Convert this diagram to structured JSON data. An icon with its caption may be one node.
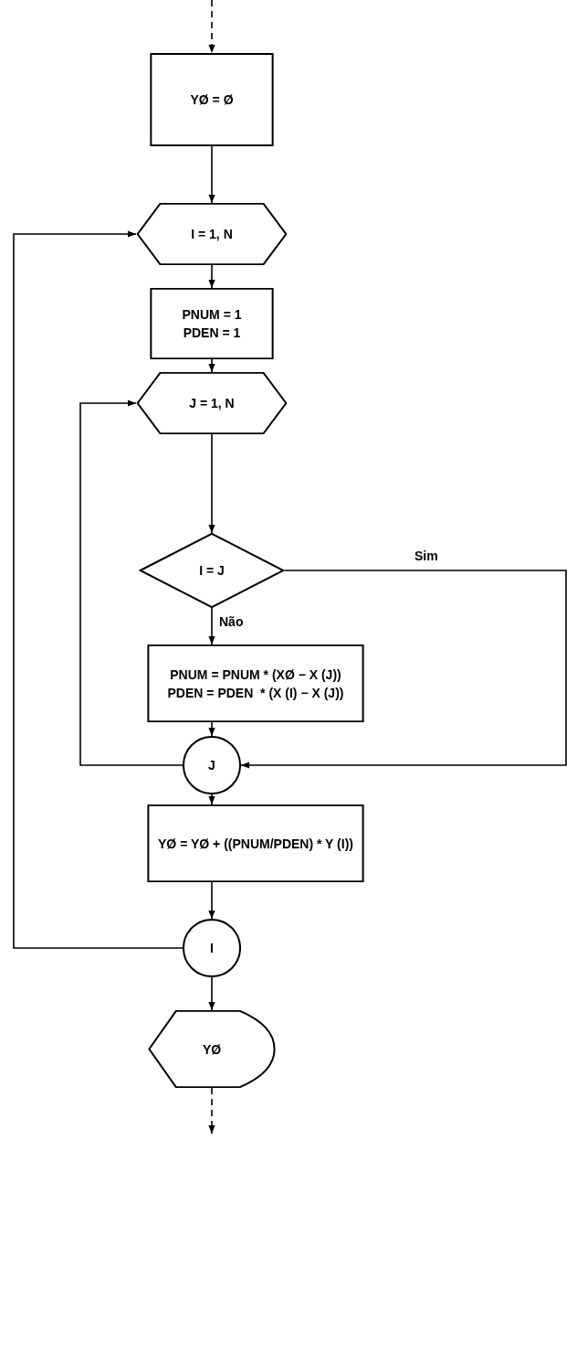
{
  "diagram": {
    "nodes": [
      {
        "text": [
          "YØ = Ø"
        ]
      },
      {
        "text": [
          "I = 1, N"
        ]
      },
      {
        "text": [
          "PNUM = 1",
          "PDEN = 1"
        ]
      },
      {
        "text": [
          "J = 1, N"
        ]
      },
      {
        "text": [
          "I = J"
        ]
      },
      {
        "text": [
          "PNUM = PNUM * (XØ − X (J))",
          "PDEN = PDEN  * (X (I) − X (J))"
        ]
      },
      {
        "text": [
          "J"
        ]
      },
      {
        "text": [
          "YØ = YØ + ((PNUM/PDEN) * Y (I))"
        ]
      },
      {
        "text": [
          "I"
        ]
      },
      {
        "text": [
          "YØ"
        ]
      }
    ],
    "edges": [
      {
        "from": null,
        "to": 0,
        "arrow": "to",
        "style": "dashed"
      },
      {
        "from": 0,
        "to": 1,
        "arrow": "to"
      },
      {
        "from": 1,
        "to": 2,
        "arrow": "to"
      },
      {
        "from": 2,
        "to": 3,
        "arrow": "to"
      },
      {
        "from": 3,
        "to": 4,
        "arrow": "to"
      },
      {
        "from": 4,
        "to": 5,
        "arrow": "to",
        "label": "Não"
      },
      {
        "from": 4,
        "to": 6,
        "arrow": "to",
        "label": "Sim"
      },
      {
        "from": 5,
        "to": 6,
        "arrow": "to"
      },
      {
        "from": 6,
        "to": 3,
        "arrow": "to"
      },
      {
        "from": 6,
        "to": 7,
        "arrow": "to"
      },
      {
        "from": 7,
        "to": 8,
        "arrow": "to"
      },
      {
        "from": 8,
        "to": 1,
        "arrow": "to"
      },
      {
        "from": 8,
        "to": 9,
        "arrow": "to"
      },
      {
        "from": 9,
        "to": null,
        "arrow": "to",
        "style": "dashed"
      }
    ]
  }
}
